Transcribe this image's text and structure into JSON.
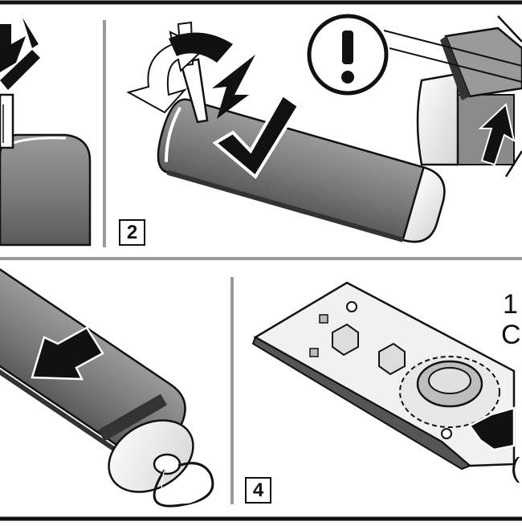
{
  "panels": [
    {
      "number": ""
    },
    {
      "number": "2"
    },
    {
      "number": ""
    },
    {
      "number": "4"
    }
  ],
  "edge_text": {
    "line1": "1",
    "line2": "C",
    "line3": "("
  },
  "colors": {
    "ink": "#111111",
    "body_gray": "#7d7d7d",
    "body_dark": "#555555",
    "rule_gray": "#9a9a9a",
    "cap_white": "#f4f4f4"
  },
  "icons": [
    "press-arrow-icon",
    "screwdriver-icon",
    "checkmark-icon",
    "warning-exclamation-icon",
    "slide-arrow-icon",
    "key-ring-icon",
    "coin-battery-icon"
  ]
}
